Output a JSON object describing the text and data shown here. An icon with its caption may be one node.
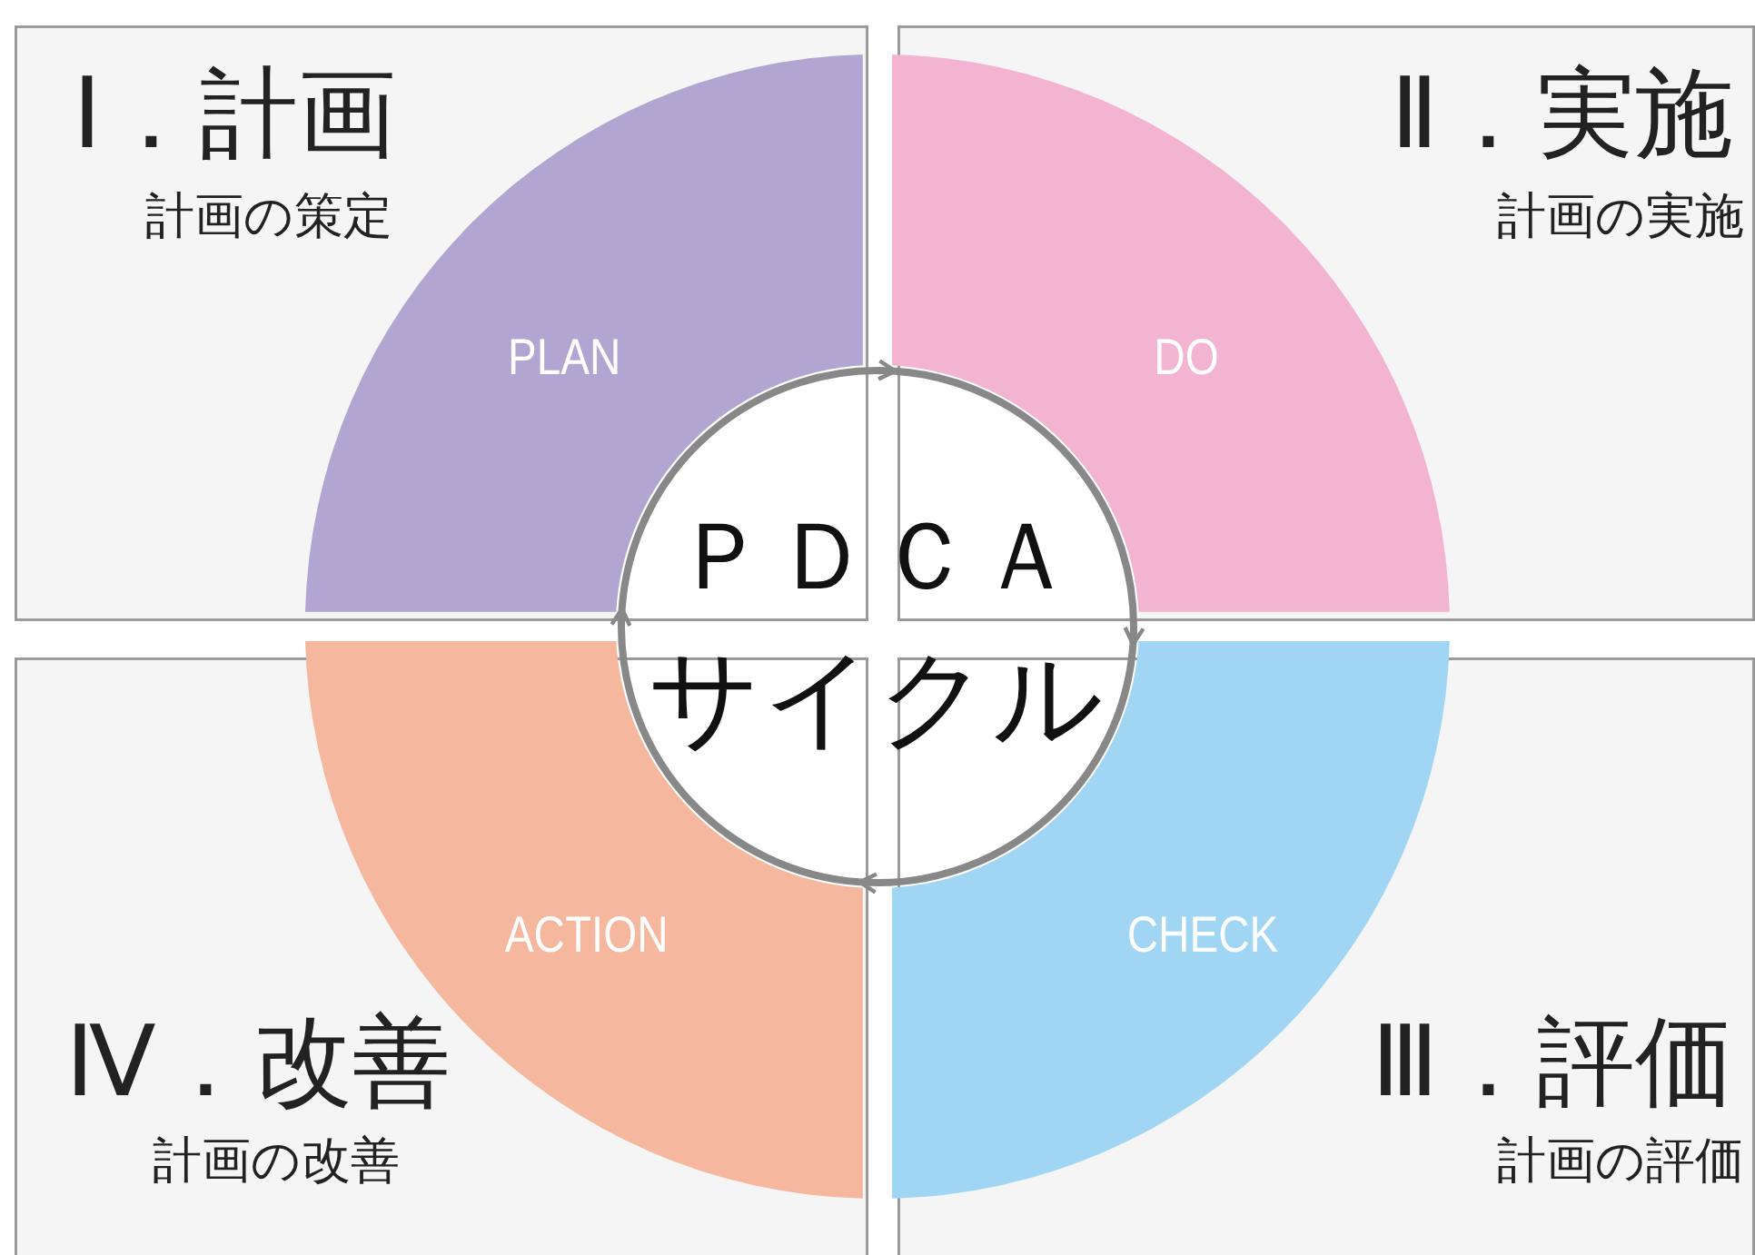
{
  "diagram": {
    "nodes": [
      {
        "text": [
          "Ⅰ．計画",
          "計画の策定"
        ]
      },
      {
        "text": [
          "Ⅱ．実施",
          "計画の実施"
        ]
      },
      {
        "text": [
          "Ⅳ．改善",
          "計画の改善"
        ]
      },
      {
        "text": [
          "Ⅲ．評価",
          "計画の評価"
        ]
      },
      {
        "text": [
          "PLAN"
        ],
        "in": 0
      },
      {
        "text": [
          "DO"
        ],
        "in": 1
      },
      {
        "text": [
          "ACTION"
        ],
        "in": 2
      },
      {
        "text": [
          "CHECK"
        ],
        "in": 3
      },
      {
        "text": [
          "ＰＤＣＡ",
          "サイクル"
        ]
      }
    ],
    "edges": [
      {
        "from": 4,
        "to": 5,
        "arrow": "to"
      },
      {
        "from": 5,
        "to": 7,
        "arrow": "to"
      },
      {
        "from": 7,
        "to": 6,
        "arrow": "to"
      },
      {
        "from": 6,
        "to": 4,
        "arrow": "to"
      }
    ]
  }
}
